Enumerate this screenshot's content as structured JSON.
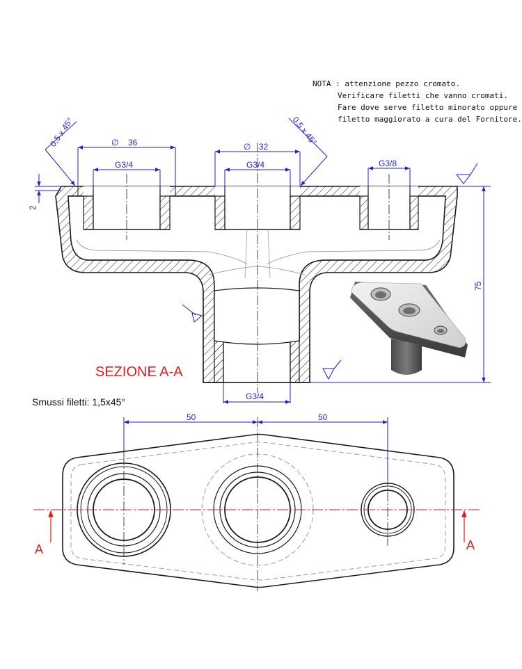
{
  "note": {
    "label": "NOTA :",
    "lines": [
      "attenzione pezzo cromato.",
      "Verificare filetti che vanno cromati.",
      "Fare dove serve filetto minorato oppure",
      "filetto maggiorato a cura del Fornitore."
    ]
  },
  "section": {
    "title": "SEZIONE A-A",
    "chamfer_left": "0,5 x 45°",
    "chamfer_right": "0,5 x 45°",
    "dia_left": "36",
    "dia_center": "32",
    "thread_left": "G3/4",
    "thread_center": "G3/4",
    "thread_right": "G3/8",
    "thread_bottom": "G3/4",
    "dim_top": "2",
    "dim_height": "75",
    "diameter_symbol": "∅"
  },
  "plan": {
    "note": "Smussi filetti: 1,5x45°",
    "dim_left": "50",
    "dim_right": "50",
    "section_letter_left": "A",
    "section_letter_right": "A"
  },
  "colors": {
    "line": "#1a1a1a",
    "dimension": "#1f1fd0",
    "section_red": "#e0191b",
    "hidden": "#9a9a9a"
  }
}
